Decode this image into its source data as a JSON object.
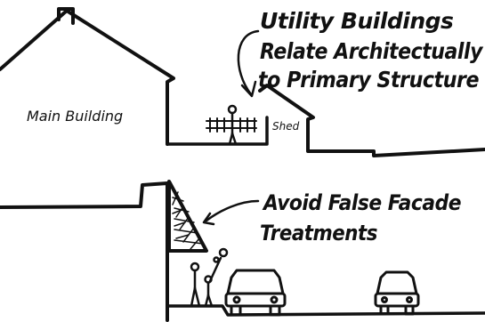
{
  "top_sketch": {
    "annotation_lines": [
      "Utility Buildings",
      "Relate Architectually",
      "to Primary Structure"
    ],
    "main_building_label": "Main Building",
    "shed_label": "Shed"
  },
  "bottom_sketch": {
    "annotation_lines": [
      "Avoid False Facade",
      "Treatments"
    ]
  }
}
